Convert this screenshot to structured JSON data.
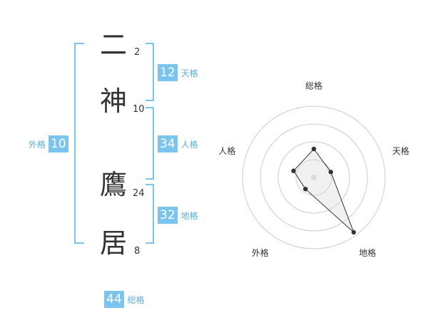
{
  "name": {
    "chars": [
      {
        "char": "二",
        "strokes": "2"
      },
      {
        "char": "神",
        "strokes": "10"
      },
      {
        "char": "鷹",
        "strokes": "24"
      },
      {
        "char": "居",
        "strokes": "8"
      }
    ]
  },
  "kaku": {
    "tenkaku": {
      "value": "12",
      "label": "天格"
    },
    "jinkaku": {
      "value": "34",
      "label": "人格"
    },
    "chikaku": {
      "value": "32",
      "label": "地格"
    },
    "gaikaku": {
      "value": "10",
      "label": "外格"
    },
    "soukaku": {
      "value": "44",
      "label": "総格"
    }
  },
  "radar": {
    "axes": [
      "総格",
      "天格",
      "地格",
      "外格",
      "人格"
    ],
    "levels": 4,
    "values": [
      0.4,
      0.25,
      0.95,
      0.2,
      0.3
    ],
    "colors": {
      "grid": "#cccccc",
      "fill": "#d8d8d8",
      "stroke": "#333333",
      "point": "#333333",
      "center": "#dddddd"
    }
  }
}
